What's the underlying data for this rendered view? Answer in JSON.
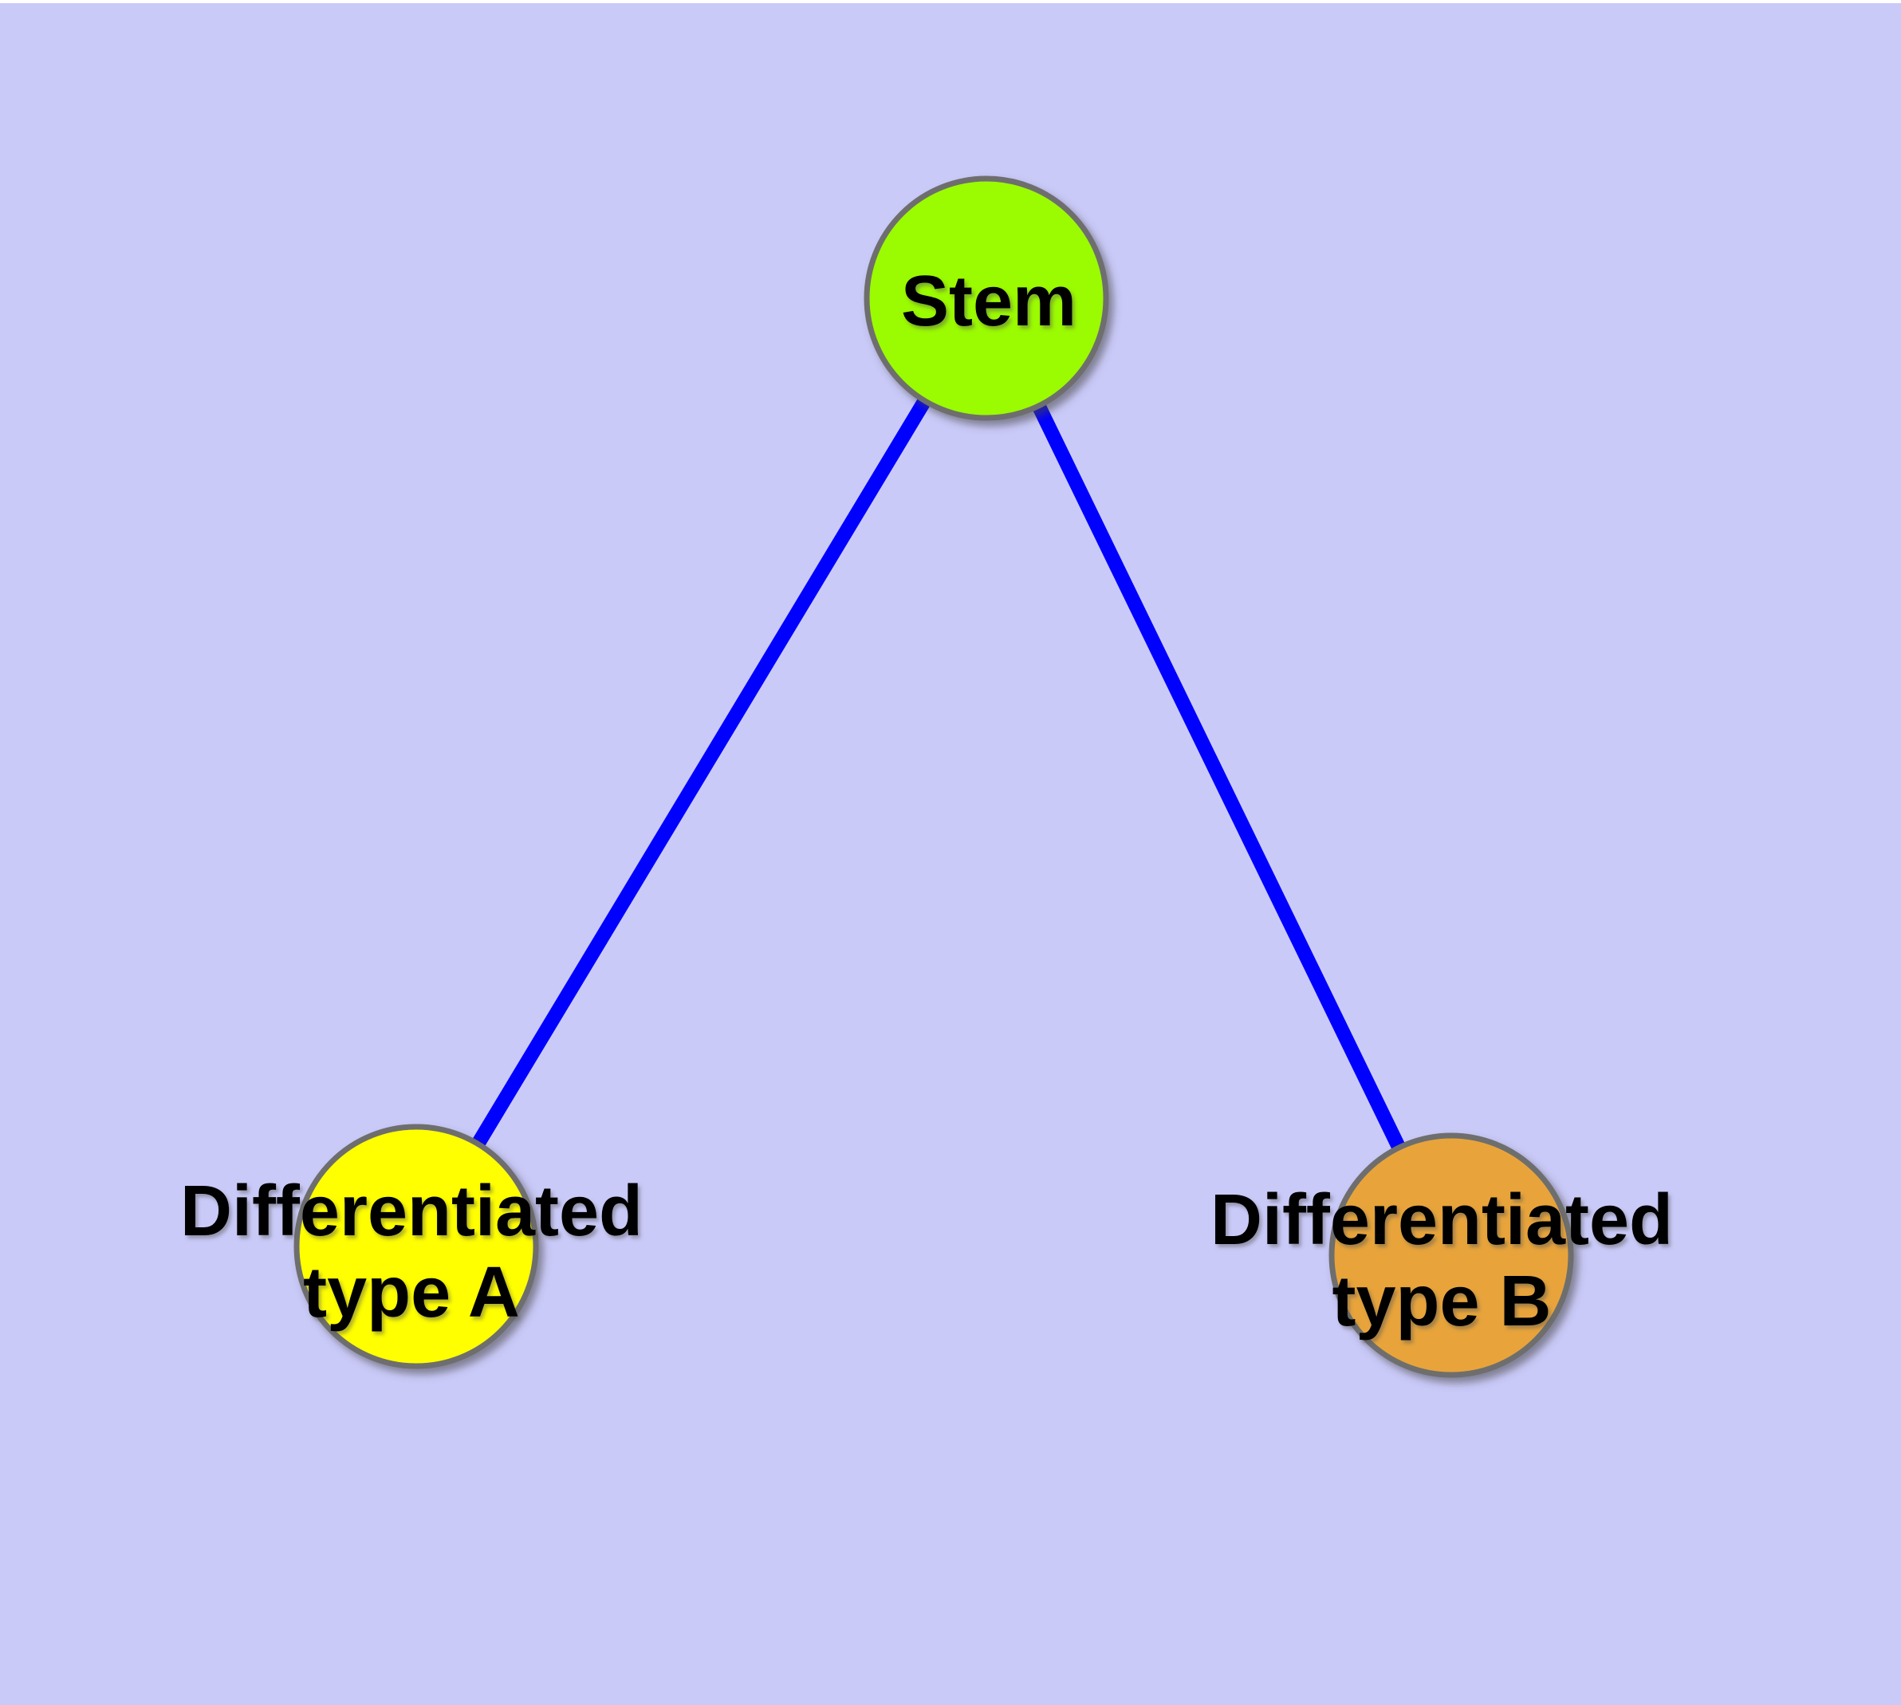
{
  "diagram": {
    "type": "node-link-graph",
    "background_color": "#CACAF9",
    "top_margin_color": "#FFFFFF",
    "edge_color": "#0000FF",
    "node_border_color": "#6E6E6E",
    "label_color": "#000000",
    "nodes": [
      {
        "id": "stem",
        "label": "Stem",
        "lines": [
          "Stem"
        ],
        "fill": "#9BFB00"
      },
      {
        "id": "type-a",
        "label": "Differentiated type A",
        "lines": [
          "Differentiated",
          "type A"
        ],
        "fill": "#FFFF00"
      },
      {
        "id": "type-b",
        "label": "Differentiated type B",
        "lines": [
          "Differentiated",
          "type B"
        ],
        "fill": "#E8A43A"
      }
    ],
    "edges": [
      {
        "from": "Stem",
        "to": "Differentiated type A"
      },
      {
        "from": "Stem",
        "to": "Differentiated type B"
      }
    ]
  }
}
